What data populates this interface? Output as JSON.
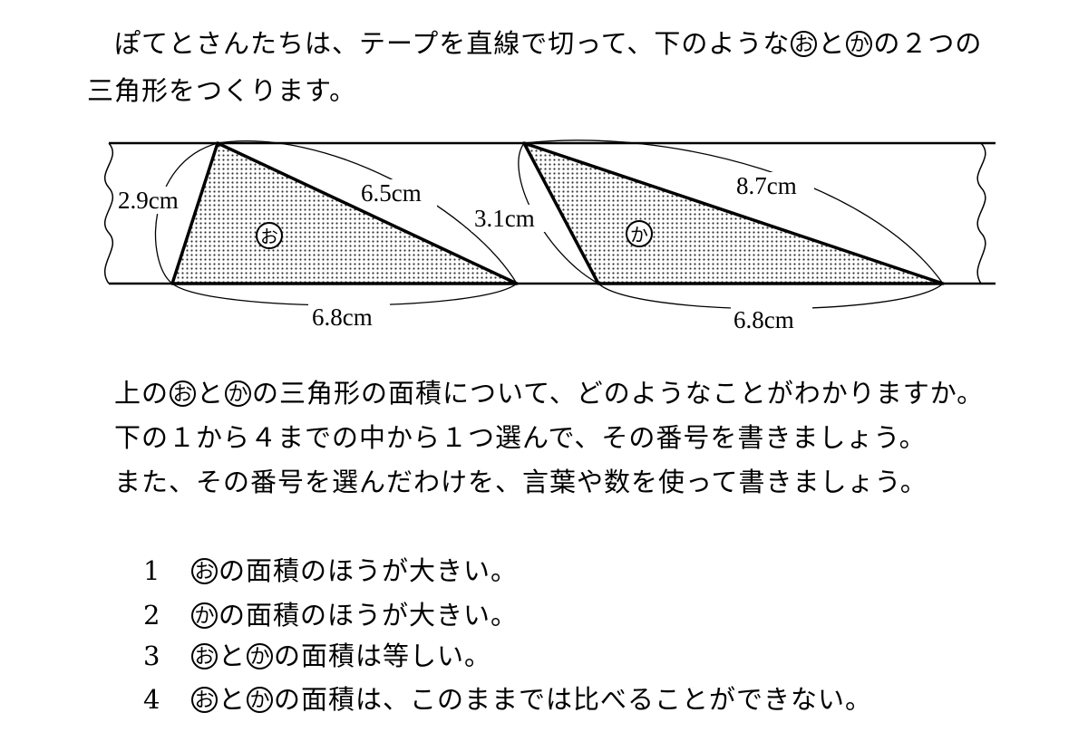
{
  "intro": {
    "line1_a": "ぽてとさんたちは、テープを直線で切って、下のような",
    "mark_o": "お",
    "and": "と",
    "mark_ka": "か",
    "line1_b": "の２つの",
    "line2": "三角形をつくります。"
  },
  "diagram": {
    "tri_o": {
      "side_left": "2.9cm",
      "side_right": "6.5cm",
      "base": "6.8cm",
      "mark": "お"
    },
    "tri_ka": {
      "side_left": "3.1cm",
      "side_right": "8.7cm",
      "base": "6.8cm",
      "mark": "か"
    }
  },
  "question": {
    "l1_a": "上の",
    "l1_b": "の三角形の面積について、どのようなことがわかりますか。",
    "l2": "下の１から４までの中から１つ選んで、その番号を書きましょう。",
    "l3": "また、その番号を選んだわけを、言葉や数を使って書きましょう。"
  },
  "options": [
    {
      "num": "1",
      "text": "の面積のほうが大きい。"
    },
    {
      "num": "2",
      "text": "の面積のほうが大きい。"
    },
    {
      "num": "3",
      "text": "の面積は等しい。"
    },
    {
      "num": "4",
      "text": "の面積は、このままでは比べることができない。"
    }
  ]
}
